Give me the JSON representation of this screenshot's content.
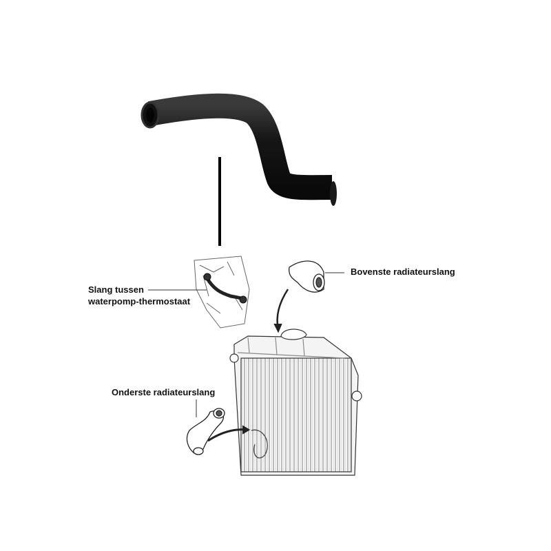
{
  "labels": {
    "upper_hose": "Bovenste radiateurslang",
    "middle_hose_line1": "Slang tussen",
    "middle_hose_line2": "waterpomp-thermostaat",
    "lower_hose": "Onderste radiateurslang"
  },
  "colors": {
    "hose": "#1a1a1a",
    "ink": "#222222",
    "background": "#ffffff"
  }
}
